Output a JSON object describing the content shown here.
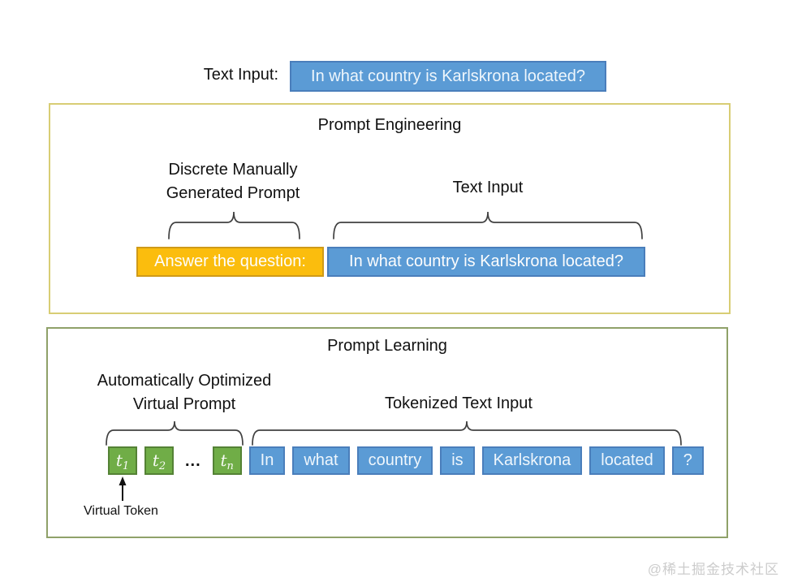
{
  "header": {
    "text_input_label": "Text Input:",
    "text_input_value": "In what country is Karlskrona located?"
  },
  "prompt_engineering": {
    "title": "Prompt Engineering",
    "prompt_label_line1": "Discrete Manually",
    "prompt_label_line2": "Generated Prompt",
    "input_label": "Text Input",
    "prompt_chip": "Answer the question:",
    "input_chip": "In what country is Karlskrona located?"
  },
  "prompt_learning": {
    "title": "Prompt Learning",
    "prompt_label_line1": "Automatically Optimized",
    "prompt_label_line2": "Virtual Prompt",
    "input_label": "Tokenized Text Input",
    "virtual_tokens": [
      {
        "base": "t",
        "sub": "1"
      },
      {
        "base": "t",
        "sub": "2"
      },
      {
        "base": "t",
        "sub": "n"
      }
    ],
    "ellipsis": "...",
    "text_tokens": [
      "In",
      "what",
      "country",
      "is",
      "Karlskrona",
      "located",
      "?"
    ],
    "virtual_token_caption": "Virtual Token"
  },
  "watermark": "@稀土掘金技术社区",
  "colors": {
    "token_blue": "#5b9bd5",
    "token_blue_border": "#4a7ebb",
    "prompt_gold": "#fbbd0d",
    "prompt_gold_border": "#cf9a18",
    "token_green": "#70ad47",
    "token_green_border": "#548235",
    "pe_panel_border": "#d8cd74",
    "pl_panel_border": "#8fa169"
  }
}
